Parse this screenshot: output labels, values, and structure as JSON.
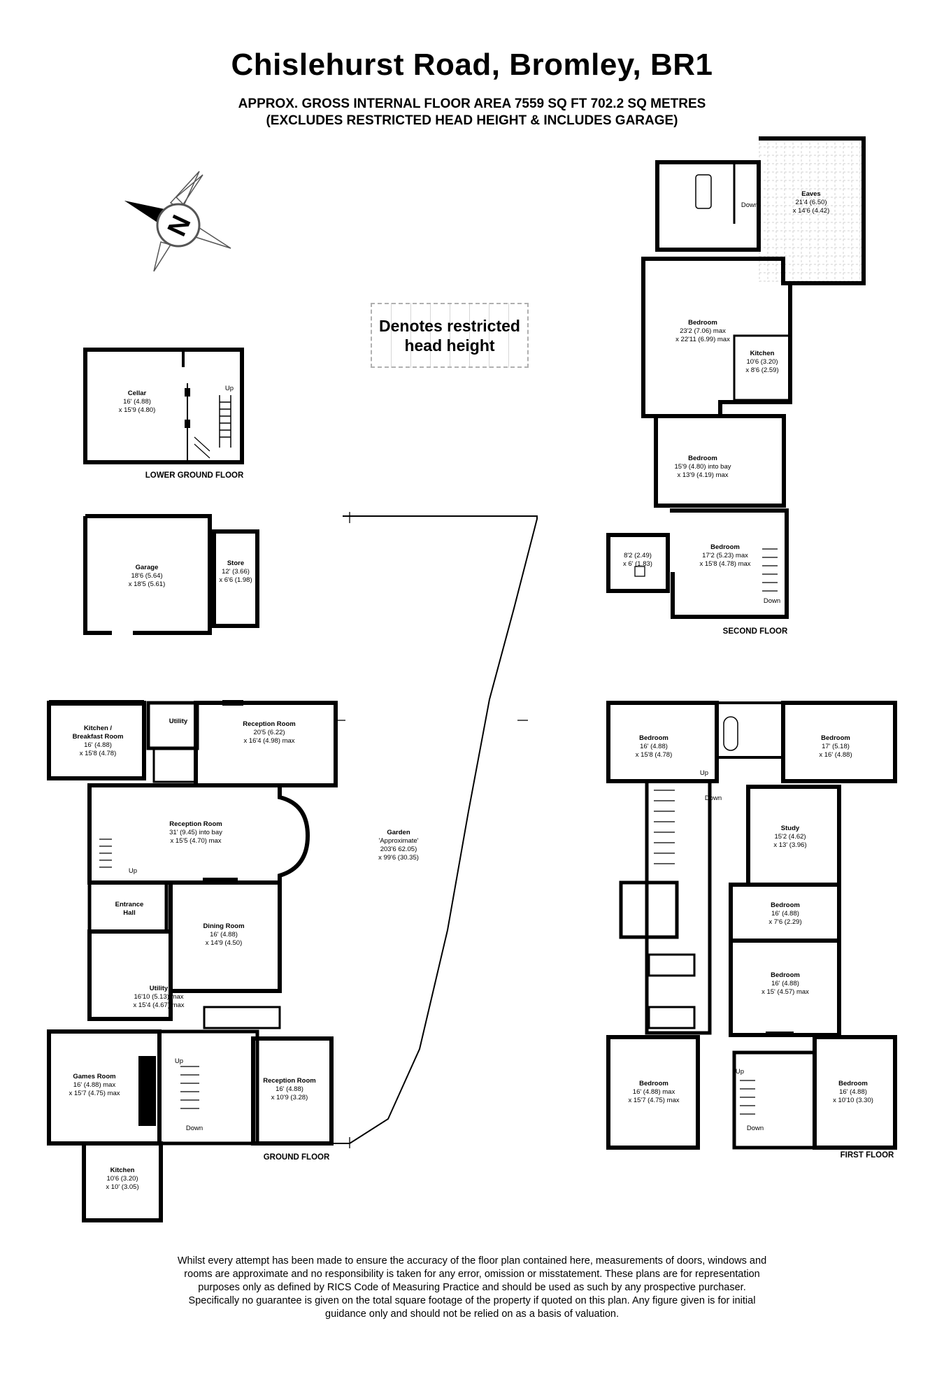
{
  "title": "Chislehurst Road, Bromley, BR1",
  "subtitle_line1": "APPROX. GROSS INTERNAL FLOOR AREA 7559 SQ FT 702.2 SQ METRES",
  "subtitle_line2": "(EXCLUDES RESTRICTED HEAD HEIGHT & INCLUDES GARAGE)",
  "legend": {
    "line1": "Denotes restricted",
    "line2": "head height"
  },
  "compass_letter": "N",
  "floors": {
    "lower_ground": "LOWER GROUND FLOOR",
    "ground": "GROUND FLOOR",
    "first": "FIRST FLOOR",
    "second": "SECOND FLOOR"
  },
  "rooms": {
    "cellar": {
      "name": "Cellar",
      "d1": "16' (4.88)",
      "d2": "x 15'9 (4.80)"
    },
    "garage": {
      "name": "Garage",
      "d1": "18'6 (5.64)",
      "d2": "x 18'5 (5.61)"
    },
    "store": {
      "name": "Store",
      "d1": "12' (3.66)",
      "d2": "x 6'6 (1.98)"
    },
    "kitchen_breakfast": {
      "name1": "Kitchen /",
      "name2": "Breakfast Room",
      "d1": "16' (4.88)",
      "d2": "x 15'8 (4.78)"
    },
    "utility_small": {
      "name": "Utility"
    },
    "reception_1": {
      "name": "Reception Room",
      "d1": "20'5 (6.22)",
      "d2": "x 16'4 (4.98) max"
    },
    "reception_2": {
      "name": "Reception Room",
      "d1": "31' (9.45) into bay",
      "d2": "x 15'5 (4.70) max"
    },
    "entrance_hall": {
      "name1": "Entrance",
      "name2": "Hall"
    },
    "dining": {
      "name": "Dining Room",
      "d1": "16' (4.88)",
      "d2": "x 14'9 (4.50)"
    },
    "utility_large": {
      "name": "Utility",
      "d1": "16'10 (5.13) max",
      "d2": "x 15'4 (4.67) max"
    },
    "games": {
      "name": "Games Room",
      "d1": "16' (4.88) max",
      "d2": "x 15'7 (4.75) max"
    },
    "reception_3": {
      "name": "Reception Room",
      "d1": "16' (4.88)",
      "d2": "x 10'9 (3.28)"
    },
    "kitchen_ground": {
      "name": "Kitchen",
      "d1": "10'6 (3.20)",
      "d2": "x 10' (3.05)"
    },
    "garden": {
      "name": "Garden",
      "note": "'Approximate'",
      "d1": "203'6 62.05)",
      "d2": "x 99'6 (30.35)"
    },
    "eaves": {
      "name": "Eaves",
      "d1": "21'4 (6.50)",
      "d2": "x 14'6 (4.42)"
    },
    "bedroom_s1": {
      "name": "Bedroom",
      "d1": "23'2 (7.06) max",
      "d2": "x 22'11 (6.99) max"
    },
    "kitchen_second": {
      "name": "Kitchen",
      "d1": "10'6 (3.20)",
      "d2": "x 8'6 (2.59)"
    },
    "bedroom_s2": {
      "name": "Bedroom",
      "d1": "15'9 (4.80) into bay",
      "d2": "x 13'9 (4.19) max"
    },
    "bedroom_s3": {
      "name": "Bedroom",
      "d1": "17'2 (5.23) max",
      "d2": "x 15'8 (4.78) max"
    },
    "small_room_second": {
      "d1": "8'2 (2.49)",
      "d2": "x 6' (1.83)"
    },
    "bedroom_f1": {
      "name": "Bedroom",
      "d1": "16' (4.88)",
      "d2": "x 15'8 (4.78)"
    },
    "bedroom_f2": {
      "name": "Bedroom",
      "d1": "17' (5.18)",
      "d2": "x 16' (4.88)"
    },
    "study": {
      "name": "Study",
      "d1": "15'2 (4.62)",
      "d2": "x 13' (3.96)"
    },
    "bedroom_f3": {
      "name": "Bedroom",
      "d1": "16' (4.88)",
      "d2": "x 7'6 (2.29)"
    },
    "bedroom_f4": {
      "name": "Bedroom",
      "d1": "16' (4.88)",
      "d2": "x 15' (4.57) max"
    },
    "bedroom_f5": {
      "name": "Bedroom",
      "d1": "16' (4.88) max",
      "d2": "x 15'7 (4.75) max"
    },
    "bedroom_f6": {
      "name": "Bedroom",
      "d1": "16' (4.88)",
      "d2": "x 10'10 (3.30)"
    }
  },
  "stair_labels": {
    "up": "Up",
    "down": "Down"
  },
  "disclaimer": [
    "Whilst every attempt has been made to ensure the accuracy of the floor plan contained here, measurements of doors, windows and",
    "rooms are approximate and no responsibility is taken for any error, omission or misstatement. These plans are for representation",
    "purposes only as defined by RICS Code of Measuring Practice and should be used as such by any prospective purchaser.",
    "Specifically no guarantee is given on the total square footage of the property if quoted on this plan. Any figure given is for initial",
    "guidance only and should not be relied on as a basis of valuation."
  ]
}
